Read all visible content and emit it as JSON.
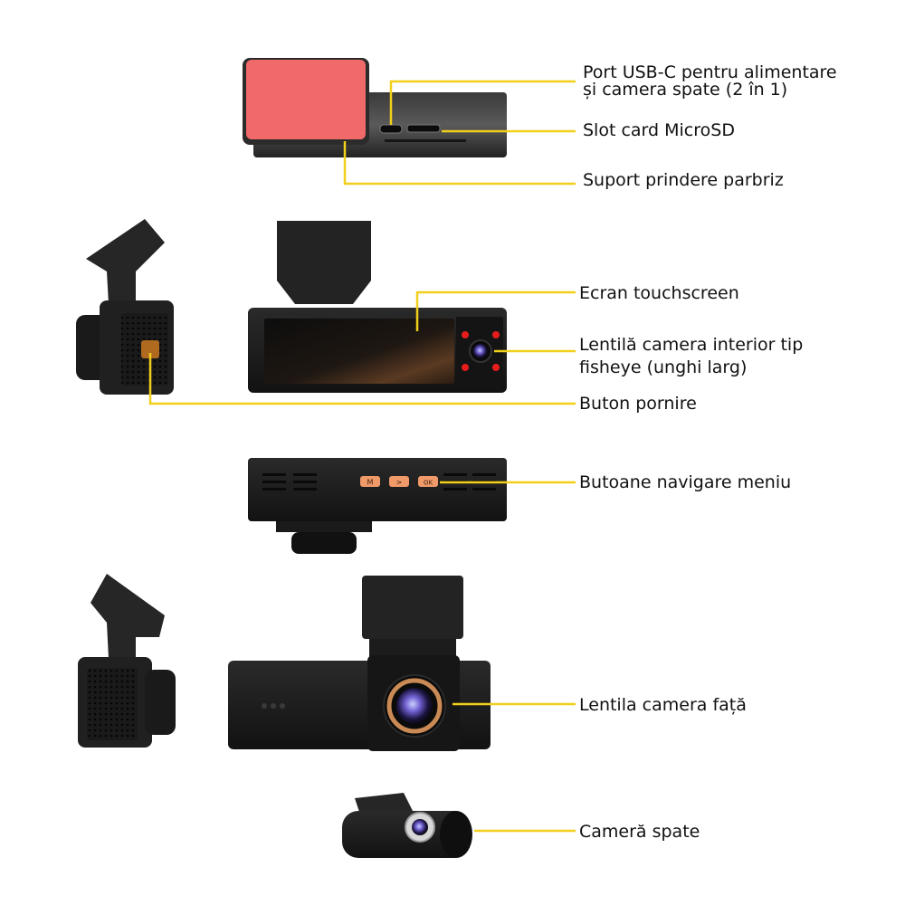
{
  "colors": {
    "leader": "#f2cf1a",
    "body": "#1c1c1c",
    "adhesive": "#f06a6a",
    "button": "#f09a6a",
    "led": "#e81c1c",
    "lens_ring": "#c98a55"
  },
  "labels": {
    "usb_port": {
      "line1": "Port USB-C pentru  alimentare",
      "line2": "și camera spate (2 în 1)"
    },
    "microsd": "Slot card MicroSD",
    "mount": "Suport prindere parbriz",
    "touchscreen": "Ecran touchscreen",
    "interior_lens": {
      "line1": "Lentilă camera interior tip",
      "line2": "fisheye (unghi larg)"
    },
    "power_button": "Buton pornire",
    "menu_buttons": "Butoane navigare meniu",
    "front_lens": "Lentila camera față",
    "rear_camera": "Cameră spate"
  },
  "buttons": {
    "m": "M",
    "next": ">",
    "ok": "OK"
  }
}
